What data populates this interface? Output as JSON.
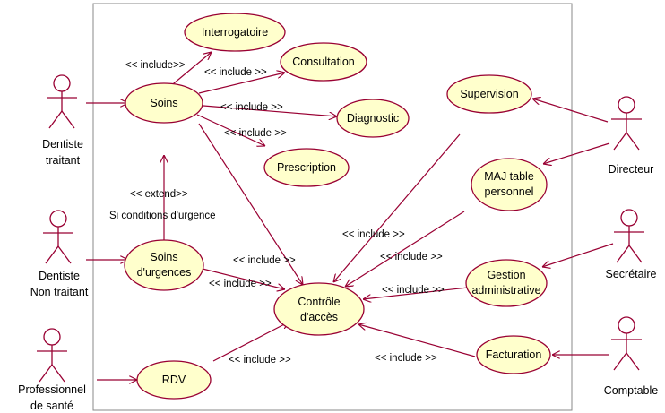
{
  "actors": {
    "dentiste_traitant": [
      "Dentiste",
      "traitant"
    ],
    "dentiste_non_traitant": [
      "Dentiste",
      "Non traitant"
    ],
    "professionnel_sante": [
      "Professionnel",
      "de santé"
    ],
    "directeur": [
      "Directeur"
    ],
    "secretaire": [
      "Secrétaire"
    ],
    "comptable": [
      "Comptable"
    ]
  },
  "use_cases": {
    "interrogatoire": [
      "Interrogatoire"
    ],
    "consultation": [
      "Consultation"
    ],
    "soins": [
      "Soins"
    ],
    "diagnostic": [
      "Diagnostic"
    ],
    "prescription": [
      "Prescription"
    ],
    "supervision": [
      "Supervision"
    ],
    "maj_table": [
      "MAJ table",
      "personnel"
    ],
    "soins_urgences": [
      "Soins",
      "d'urgences"
    ],
    "gestion": [
      "Gestion",
      "administrative"
    ],
    "controle": [
      "Contrôle",
      "d'accès"
    ],
    "facturation": [
      "Facturation"
    ],
    "rdv": [
      "RDV"
    ]
  },
  "relationship_labels": {
    "include": "<< include >>",
    "include_interrogatoire": "<< include>>",
    "extend": "<< extend>>",
    "extend_condition": "Si conditions d'urgence"
  },
  "colors": {
    "usecase_fill": "#ffffcc",
    "stroke": "#990033"
  }
}
